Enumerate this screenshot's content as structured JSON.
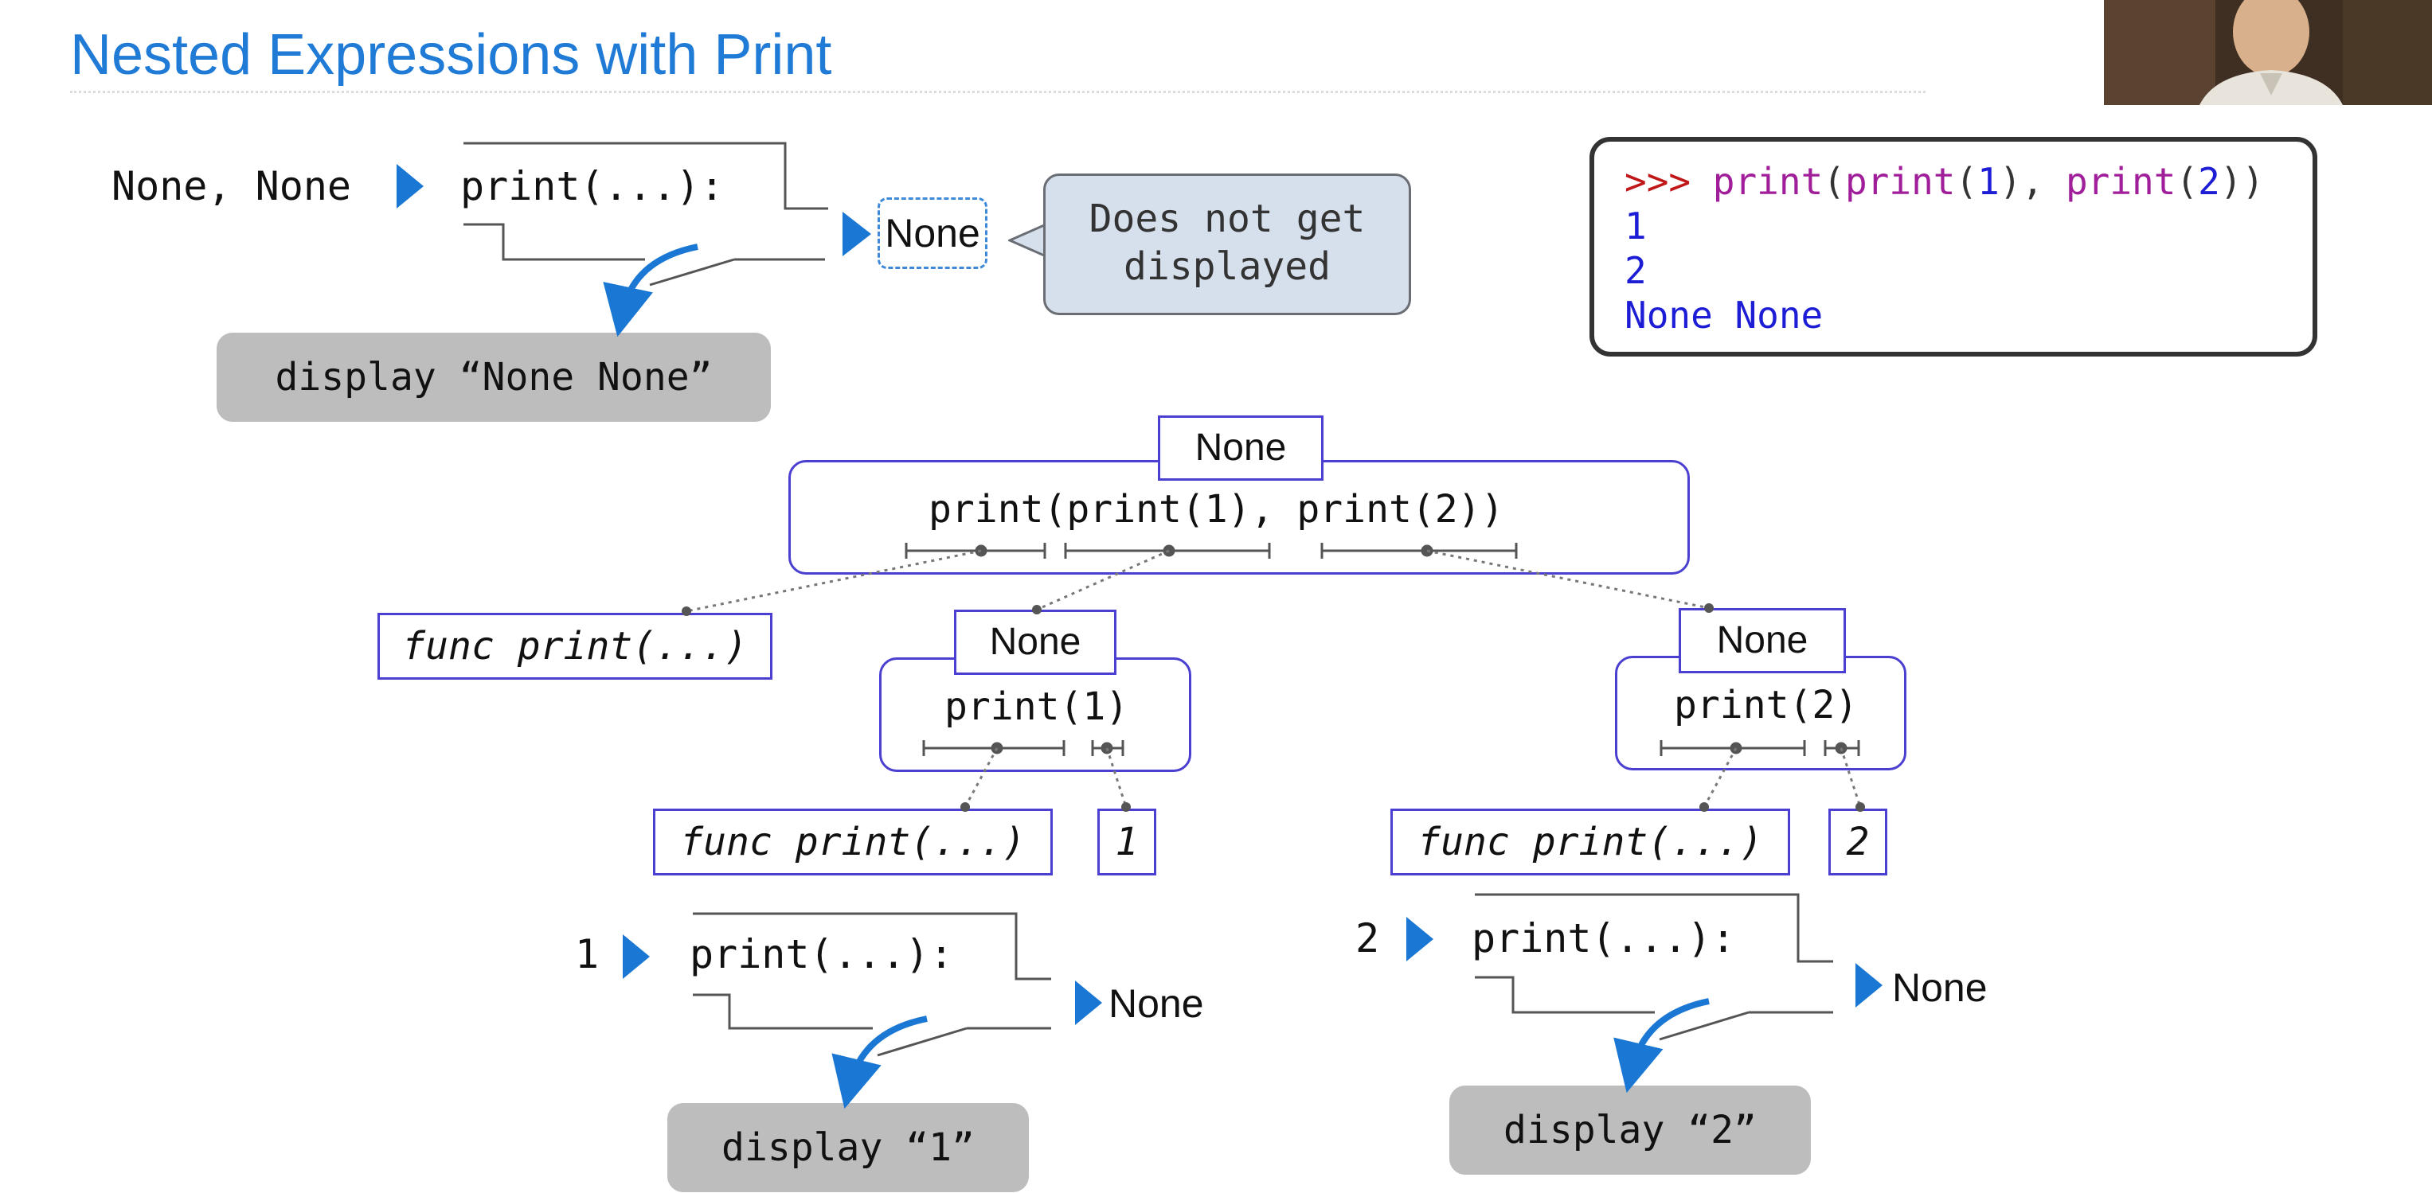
{
  "slide": {
    "title": "Nested Expressions with Print"
  },
  "top_flow": {
    "input_text": "None, None",
    "function_header": "print(...):",
    "return_value": "None",
    "callout_text": "Does not get displayed",
    "display_text": "display “None None”"
  },
  "repl": {
    "prompt": ">>>",
    "fn1": "print",
    "fn2": "print",
    "arg1": "1",
    "fn3": "print",
    "arg2": "2",
    "output_lines": [
      "1",
      "2",
      "None None"
    ]
  },
  "tree": {
    "root": {
      "value": "None",
      "expression": "print(print(1), print(2))"
    },
    "operator_leaf": "func print(...)",
    "left": {
      "value": "None",
      "expression": "print(1)",
      "operator_leaf": "func print(...)",
      "operand_leaf": "1"
    },
    "right": {
      "value": "None",
      "expression": "print(2)",
      "operator_leaf": "func print(...)",
      "operand_leaf": "2"
    }
  },
  "flow_1": {
    "input_text": "1",
    "function_header": "print(...):",
    "return_value": "None",
    "display_text": "display “1”"
  },
  "flow_2": {
    "input_text": "2",
    "function_header": "print(...):",
    "return_value": "None",
    "display_text": "display “2”"
  },
  "colors": {
    "title": "#1f7bd6",
    "arrow": "#1a78d4",
    "box_border": "#4a3fd0",
    "display_bg": "#bdbdbd",
    "callout_bg": "#d6e0ec"
  }
}
